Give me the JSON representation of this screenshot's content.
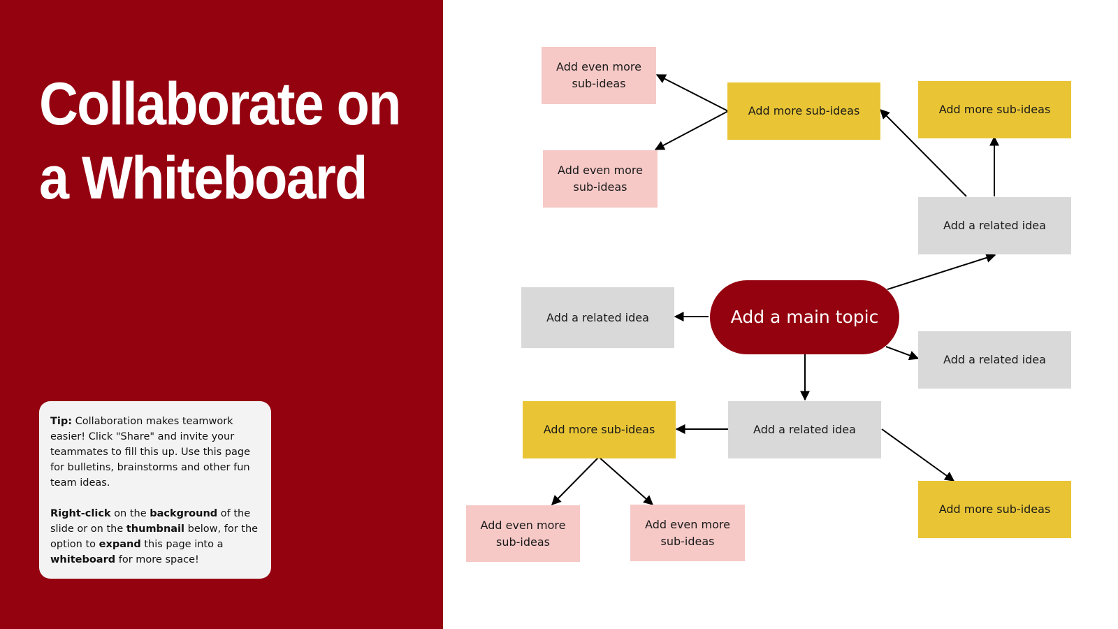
{
  "slide": {
    "title_line1": "Collaborate on",
    "title_line2": "a Whiteboard"
  },
  "tip": {
    "p1": {
      "bold_lead": "Tip:",
      "text": " Collaboration makes teamwork easier! Click \"Share\" and invite your teammates to fill this up. Use this page for bulletins, brainstorms and other fun team ideas."
    },
    "p2": {
      "s1": "Right-click",
      "s2": " on the ",
      "s3": "background",
      "s4": " of the slide or on the ",
      "s5": "thumbnail",
      "s6": " below, for the option to ",
      "s7": "expand",
      "s8": " this page into a ",
      "s9": "whiteboard",
      "s10": " for more space!"
    }
  },
  "mindmap": {
    "main_topic": "Add a main topic",
    "related_left": "Add a related idea",
    "related_top_right": "Add a related idea",
    "related_right": "Add a related idea",
    "related_bottom": "Add a related idea",
    "sub_top_center": "Add more sub-ideas",
    "sub_top_right": "Add more sub-ideas",
    "sub_bottom_left": "Add more sub-ideas",
    "sub_bottom_right": "Add more sub-ideas",
    "even_top_1": "Add even more sub-ideas",
    "even_top_2": "Add even more sub-ideas",
    "even_bottom_1": "Add even more sub-ideas",
    "even_bottom_2": "Add even more sub-ideas"
  },
  "colors": {
    "brand_red": "#95020f",
    "sub_idea_yellow": "#e9c535",
    "related_gray": "#d9d9d9",
    "even_more_pink": "#f6c9c7",
    "tip_card_bg": "#f3f3f3"
  }
}
